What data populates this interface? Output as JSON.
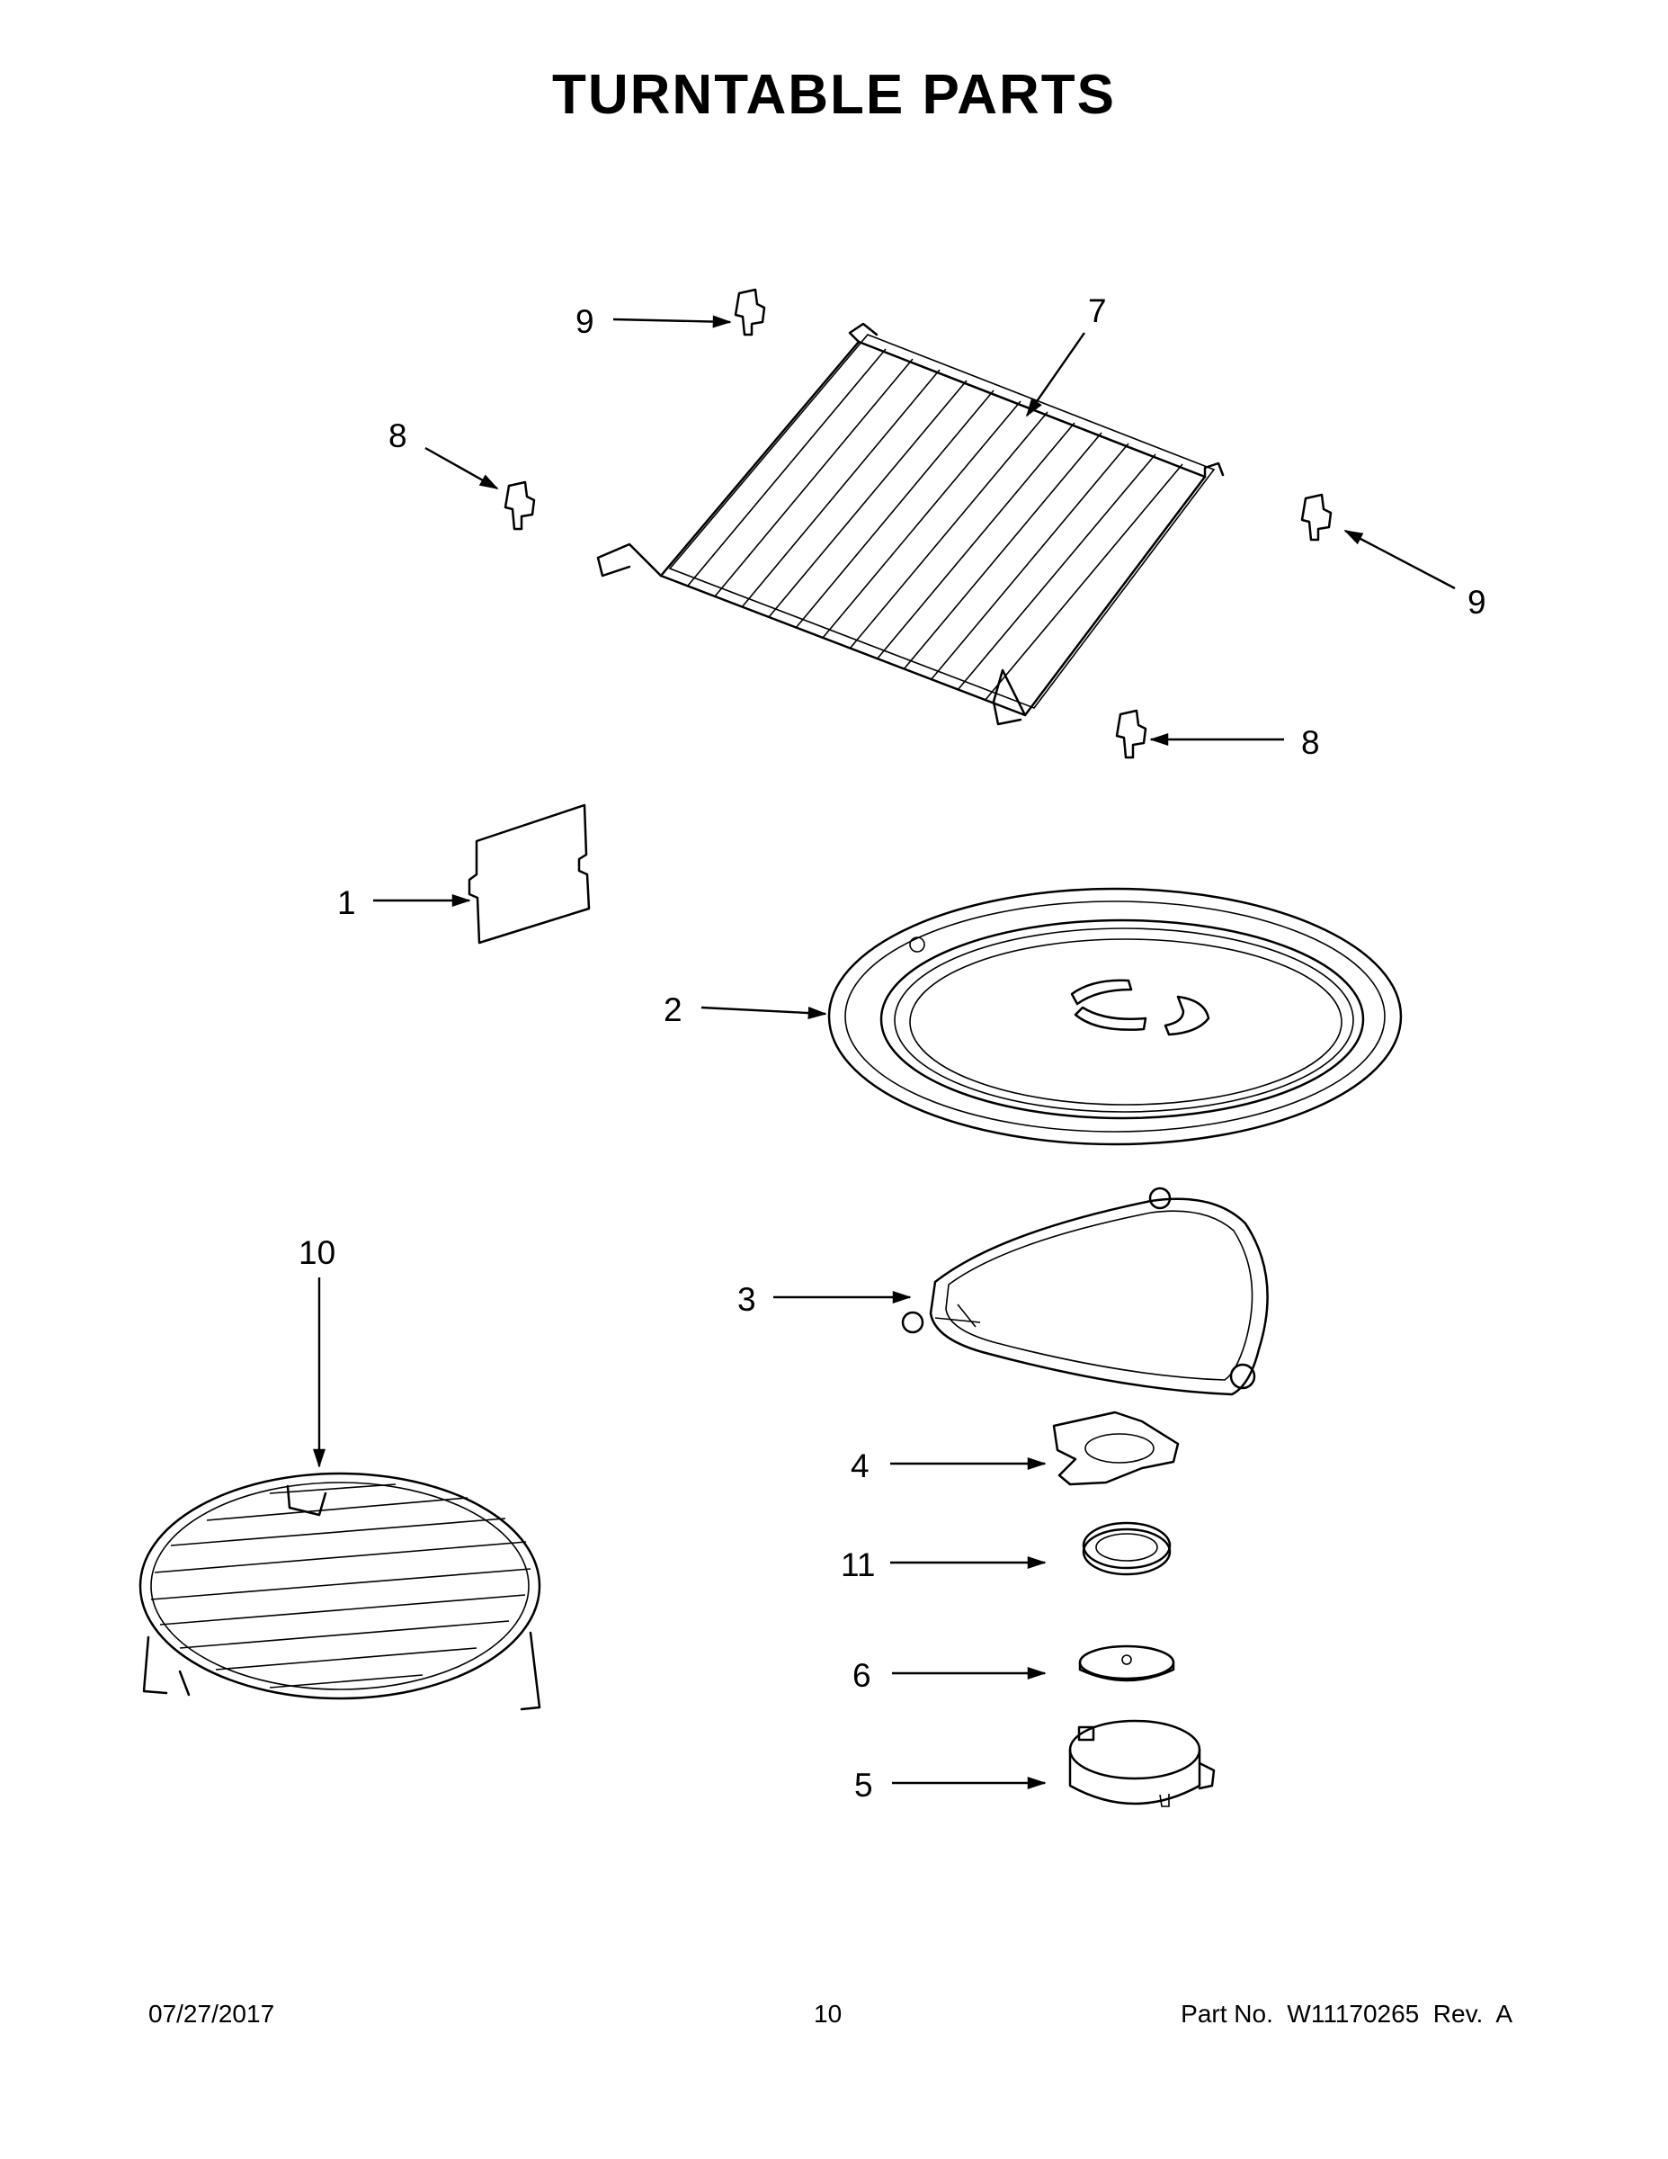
{
  "title": "TURNTABLE PARTS",
  "callouts": {
    "c1": "1",
    "c2": "2",
    "c3": "3",
    "c4": "4",
    "c5": "5",
    "c6": "6",
    "c7": "7",
    "c8a": "8",
    "c8b": "8",
    "c9a": "9",
    "c9b": "9",
    "c10": "10",
    "c11": "11"
  },
  "footer": {
    "date": "07/27/2017",
    "page": "10",
    "part": "Part No.  W11170265  Rev.  A"
  }
}
